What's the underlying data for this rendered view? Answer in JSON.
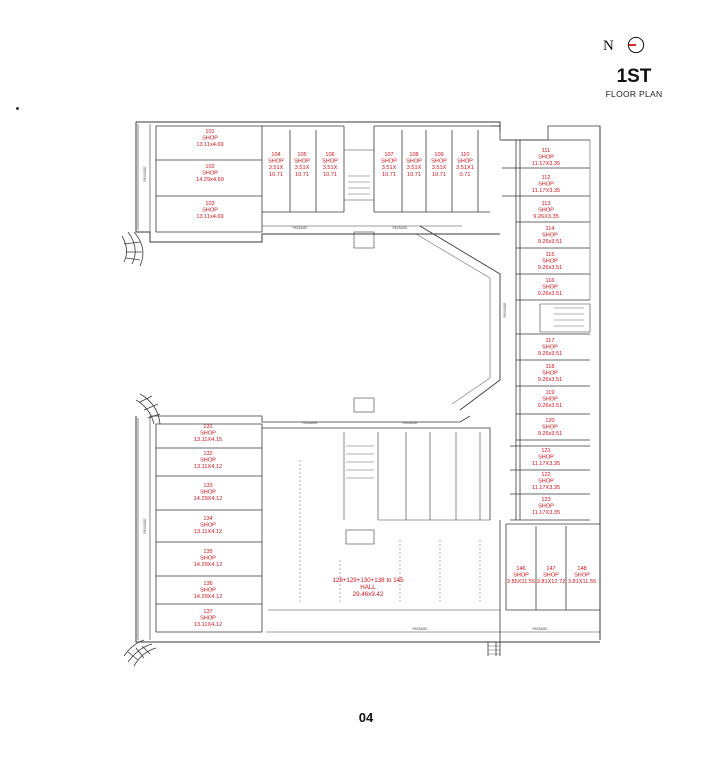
{
  "header": {
    "north_label": "N",
    "floor_title": "1ST",
    "floor_subtitle": "FLOOR PLAN"
  },
  "page_number": "04",
  "colors": {
    "label": "#d0121b",
    "wall": "#3a3a3a"
  },
  "units": [
    {
      "no": "101",
      "type": "SHOP",
      "size": "13.11x4.69"
    },
    {
      "no": "102",
      "type": "SHOP",
      "size": "14.29x4.69"
    },
    {
      "no": "103",
      "type": "SHOP",
      "size": "13.11x4.69"
    },
    {
      "no": "104",
      "type": "SHOP",
      "size": "3.51X 10.71"
    },
    {
      "no": "105",
      "type": "SHOP",
      "size": "3.51X 10.71"
    },
    {
      "no": "106",
      "type": "SHOP",
      "size": "3.51X 10.71"
    },
    {
      "no": "107",
      "type": "SHOP",
      "size": "3.51X 10.71"
    },
    {
      "no": "108",
      "type": "SHOP",
      "size": "3.51X 10.71"
    },
    {
      "no": "109",
      "type": "SHOP",
      "size": "3.51X 10.71"
    },
    {
      "no": "110",
      "type": "SHOP",
      "size": "3.51X1 0.71"
    },
    {
      "no": "111",
      "type": "SHOP",
      "size": "11.17X3.35"
    },
    {
      "no": "112",
      "type": "SHOP",
      "size": "11.17X3.35"
    },
    {
      "no": "113",
      "type": "SHOP",
      "size": "9.26X3.35"
    },
    {
      "no": "114",
      "type": "SHOP",
      "size": "9.26x3.51"
    },
    {
      "no": "115",
      "type": "SHOP",
      "size": "9.26x3.51"
    },
    {
      "no": "116",
      "type": "SHOP",
      "size": "9.26x3.51"
    },
    {
      "no": "117",
      "type": "SHOP",
      "size": "9.26x3.51"
    },
    {
      "no": "118",
      "type": "SHOP",
      "size": "9.26x3.51"
    },
    {
      "no": "119",
      "type": "SHOP",
      "size": "9.26x3.51"
    },
    {
      "no": "120",
      "type": "SHOP",
      "size": "9.26x3.51"
    },
    {
      "no": "121",
      "type": "SHOP",
      "size": "11.17X3.35"
    },
    {
      "no": "122",
      "type": "SHOP",
      "size": "11.17X3.35"
    },
    {
      "no": "123",
      "type": "SHOP",
      "size": "11.17X3.35"
    },
    {
      "no": "131",
      "type": "SHOP",
      "size": "13.11X4.15"
    },
    {
      "no": "132",
      "type": "SHOP",
      "size": "13.11X4.12"
    },
    {
      "no": "133",
      "type": "SHOP",
      "size": "14.29X4.12"
    },
    {
      "no": "134",
      "type": "SHOP",
      "size": "13.11X4.12"
    },
    {
      "no": "135",
      "type": "SHOP",
      "size": "14.29X4.12"
    },
    {
      "no": "136",
      "type": "SHOP",
      "size": "14.29X4.12"
    },
    {
      "no": "137",
      "type": "SHOP",
      "size": "13.11X4.12"
    },
    {
      "no": "146",
      "type": "SHOP",
      "size": "3.85X11.55"
    },
    {
      "no": "147",
      "type": "SHOP",
      "size": "3.81X12.72"
    },
    {
      "no": "148",
      "type": "SHOP",
      "size": "3.81X11.55"
    }
  ],
  "hall": {
    "line1": "128+129+130+138 to 145",
    "line2": "HALL",
    "line3": "29.46x9.42"
  },
  "passage_label": "PASSAGE"
}
